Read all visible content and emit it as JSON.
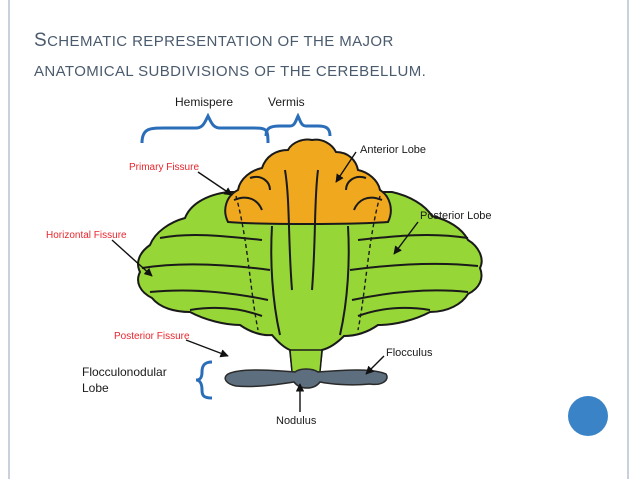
{
  "slide": {
    "title_line1": "Schematic representation of the major",
    "title_line2": "anatomical subdivisions of the cerebellum."
  },
  "diagram": {
    "labels": {
      "hemisphere": "Hemispere",
      "vermis": "Vermis",
      "primary_fissure": "Primary Fissure",
      "anterior_lobe": "Anterior Lobe",
      "posterior_lobe": "Posterior Lobe",
      "horizontal_fissure": "Horizontal Fissure",
      "posterior_fissure": "Posterior Fissure",
      "flocculus": "Flocculus",
      "flocculonodular_line1": "Flocculonodular",
      "flocculonodular_line2": "Lobe",
      "nodulus": "Nodulus"
    },
    "colors": {
      "anterior_lobe": "#f0a81f",
      "posterior_lobe": "#96d636",
      "flocculonodular": "#5d6f7e",
      "bracket": "#2a6db8",
      "fissure_label": "#e8262d"
    }
  }
}
